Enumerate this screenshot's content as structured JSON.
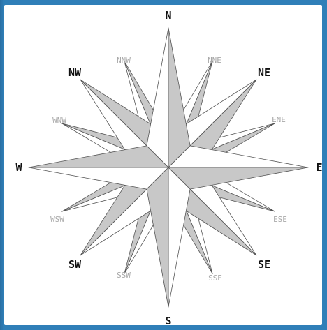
{
  "compass": {
    "labels": {
      "N": "N",
      "NNE": "NNE",
      "NE": "NE",
      "ENE": "ENE",
      "E": "E",
      "ESE": "ESE",
      "SE": "SE",
      "SSE": "SSE",
      "S": "S",
      "SSW": "SSW",
      "SW": "SW",
      "WSW": "WSW",
      "W": "W",
      "WNW": "WNW",
      "NW": "NW",
      "NNW": "NNW"
    }
  },
  "colors": {
    "background": "#2f7fb8",
    "panel": "#ffffff",
    "point_dark": "#c8c8c8",
    "point_light": "#ffffff",
    "outline": "#555555",
    "major_text": "#111111",
    "minor_text": "#a8a8a8"
  }
}
